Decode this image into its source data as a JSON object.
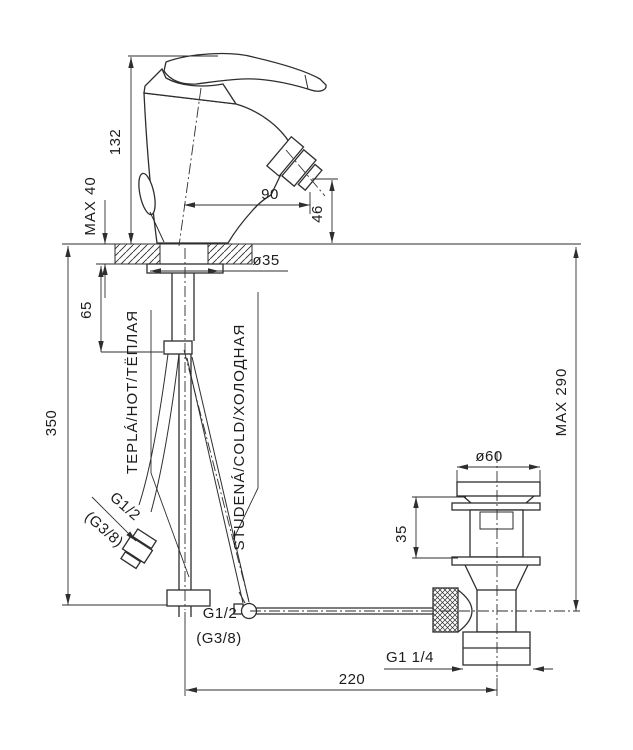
{
  "dims": {
    "body_height": "132",
    "max_deck_thickness": "MAX 40",
    "spout_reach": "90",
    "spout_outlet_height": "46",
    "mounting_hole_dia": "ø35",
    "shank_length": "65",
    "supply_length": "350",
    "drain_max_depth": "MAX 290",
    "drain_flange_dia": "ø60",
    "drain_body_height": "35",
    "rod_horizontal_span": "220",
    "drain_thread": "G1 1/4",
    "hose_thread": "G1/2",
    "hose_thread_alt": "(G3/8)",
    "supply_thread": "G1/2",
    "supply_thread_alt": "(G3/8)"
  },
  "labels": {
    "hot_supply": "TEPLÁ/HOT/ТЁПЛАЯ",
    "cold_supply": "STUDENÁ/COLD/ХОЛОДНАЯ"
  },
  "colors": {
    "line": "#2e2e2e",
    "background": "#ffffff"
  }
}
